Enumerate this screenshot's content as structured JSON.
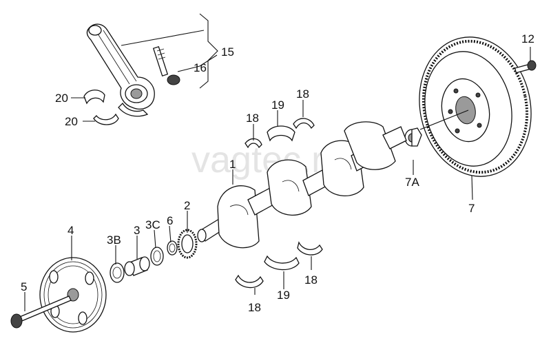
{
  "watermark": "vagtec.ru",
  "callouts": {
    "c1": "1",
    "c2": "2",
    "c3": "3",
    "c3b": "3B",
    "c3c": "3C",
    "c4": "4",
    "c5": "5",
    "c6": "6",
    "c7": "7",
    "c7a": "7A",
    "c12": "12",
    "c15": "15",
    "c16": "16",
    "c18a": "18",
    "c18b": "18",
    "c18c": "18",
    "c18d": "18",
    "c19a": "19",
    "c19b": "19",
    "c20a": "20",
    "c20b": "20"
  }
}
